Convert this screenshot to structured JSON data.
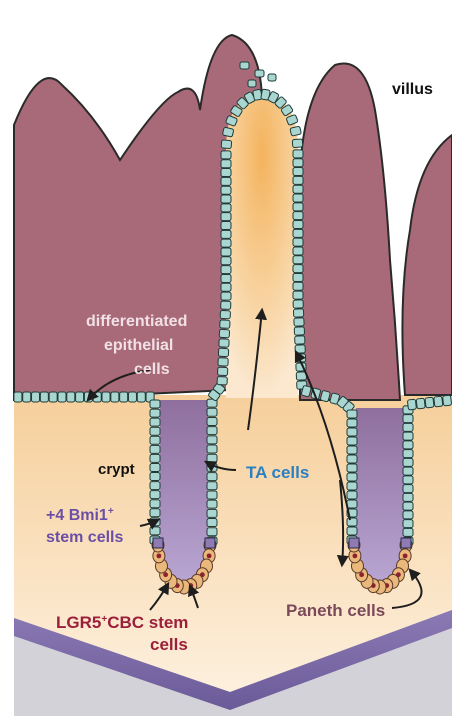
{
  "labels": {
    "villus": "villus",
    "differentiated_line1": "differentiated",
    "differentiated_line2": "epithelial",
    "differentiated_line3": "cells",
    "crypt": "crypt",
    "ta_cells": "TA cells",
    "bmi1_line1": "+4 Bmi1",
    "bmi1_sup": "+",
    "bmi1_line2": "stem cells",
    "lgr5_prefix": "LGR5",
    "lgr5_sup": "+",
    "lgr5_suffix": "CBC stem",
    "lgr5_line2": "cells",
    "paneth": "Paneth cells"
  },
  "colors": {
    "villus_fill": "#a86a78",
    "villus_outline": "#2a2a2a",
    "lumen_fill": "#fbe6c8",
    "lumen_core": "#f6c07a",
    "epithelial_cell": "#a9d6d0",
    "epithelial_outline": "#1e3a38",
    "crypt_purple": "#8e7bb3",
    "paneth_cell": "#e9b87a",
    "stem_marker": "#8f2030",
    "label_white": "#f1e1e6",
    "label_black": "#111111",
    "label_blue": "#2c7fc0",
    "label_purple": "#6b4fa6",
    "label_red": "#9b1f3a",
    "label_paneth": "#7b4a5a",
    "base_purple": "#7c6aa8",
    "base_gray": "#cfcfd4"
  }
}
